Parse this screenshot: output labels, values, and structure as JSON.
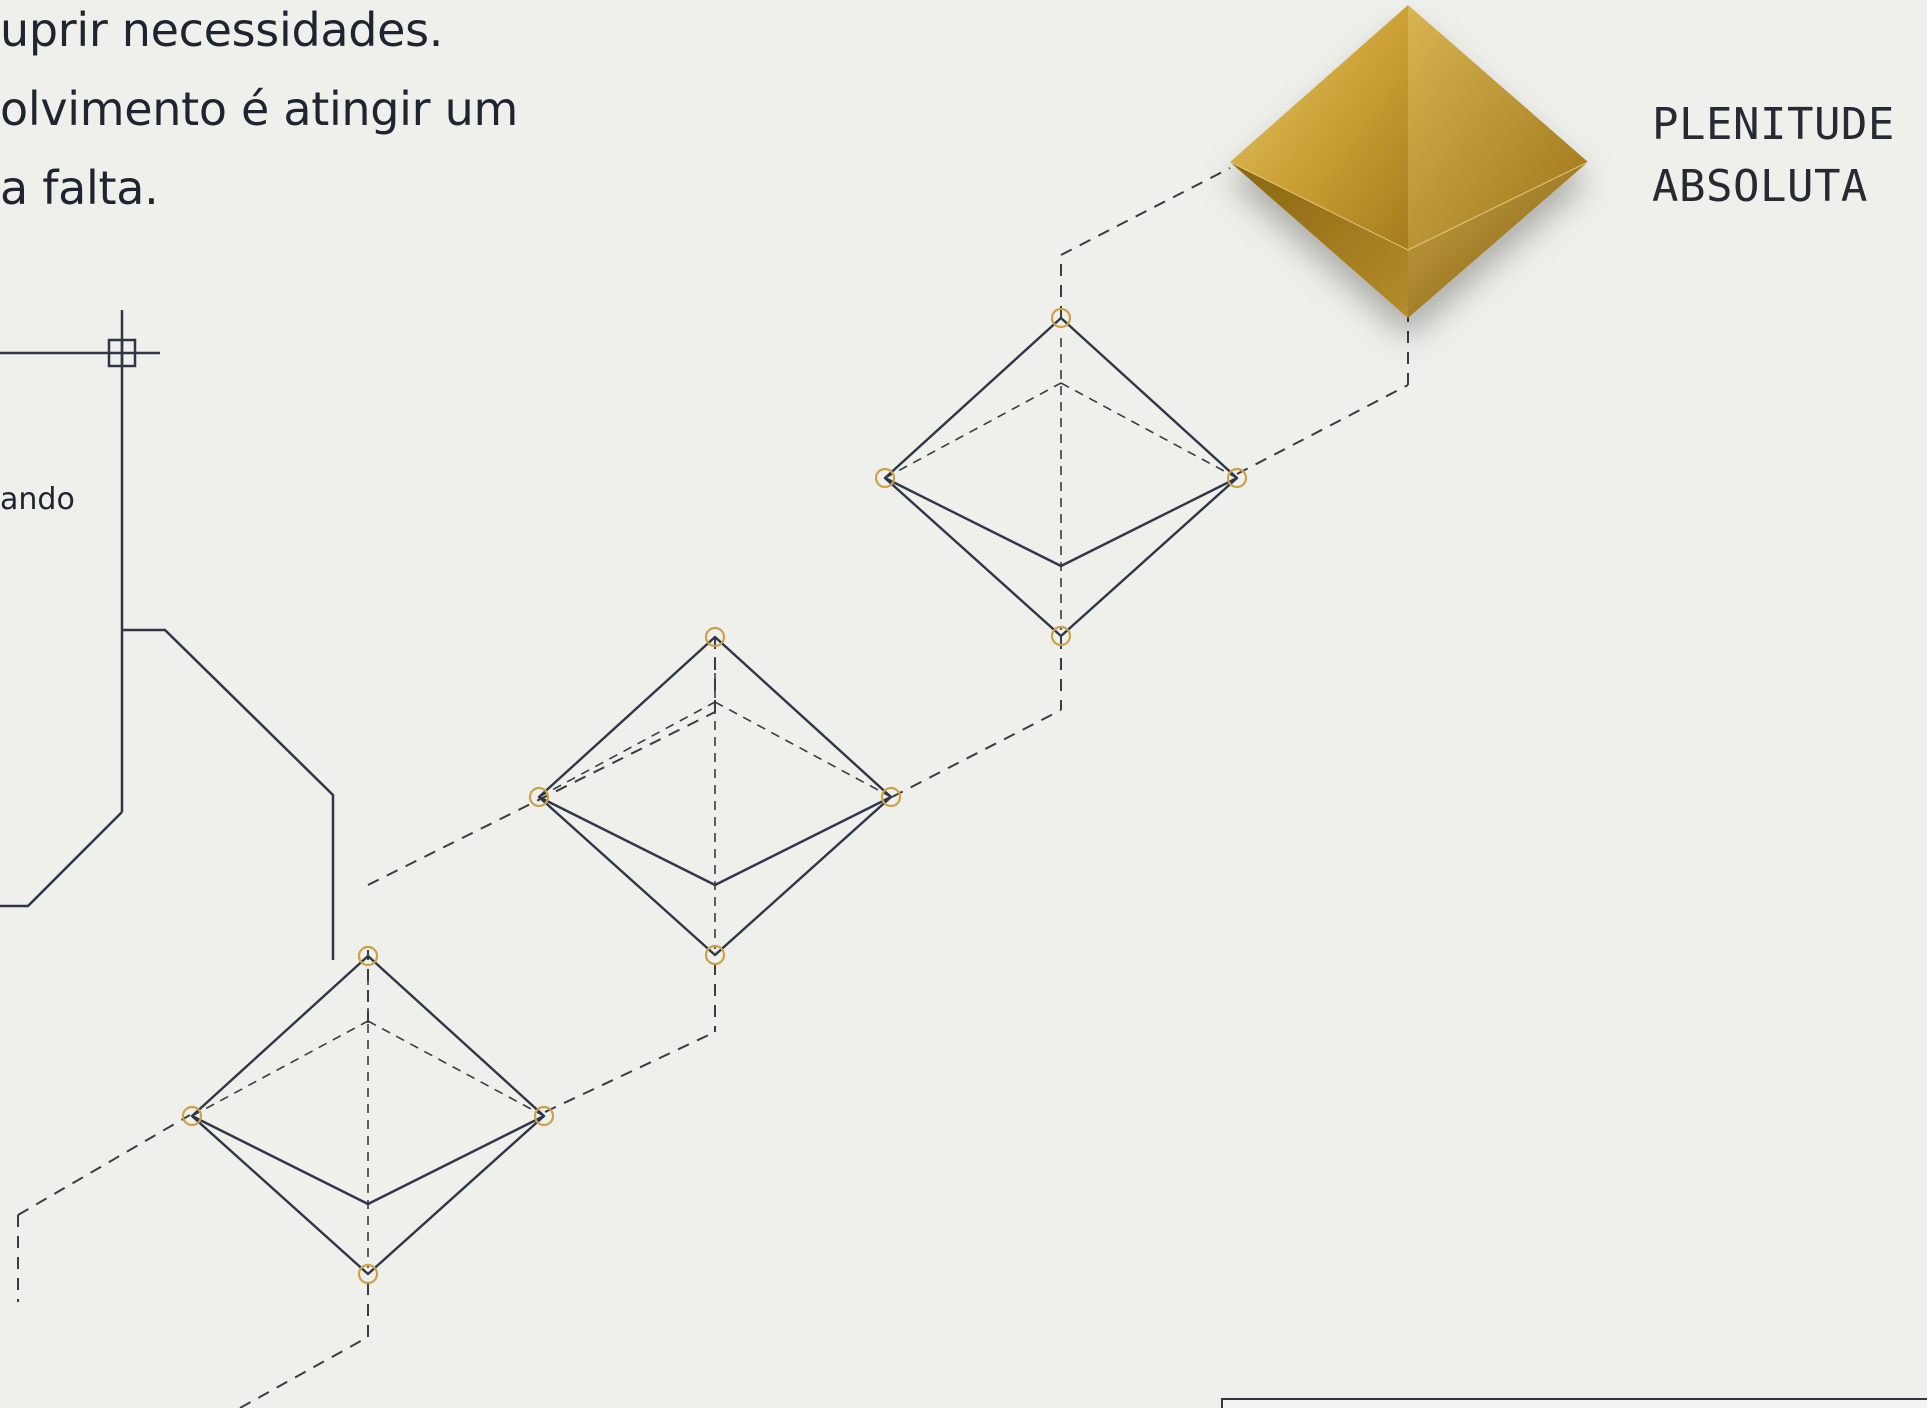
{
  "intro": {
    "lines": [
      "uprir necessidades.",
      "olvimento é atingir um",
      "a falta."
    ]
  },
  "left_panel": {
    "fragment": "ando"
  },
  "goal": {
    "lines": [
      "PLENITUDE",
      "ABSOLUTA"
    ]
  },
  "colors": {
    "background": "#efefeb",
    "ink": "#2e3648",
    "dash": "#3c3c3c",
    "node_marker": "#c9a24a",
    "gold": "#c49a2c",
    "text": "#1f2530"
  }
}
